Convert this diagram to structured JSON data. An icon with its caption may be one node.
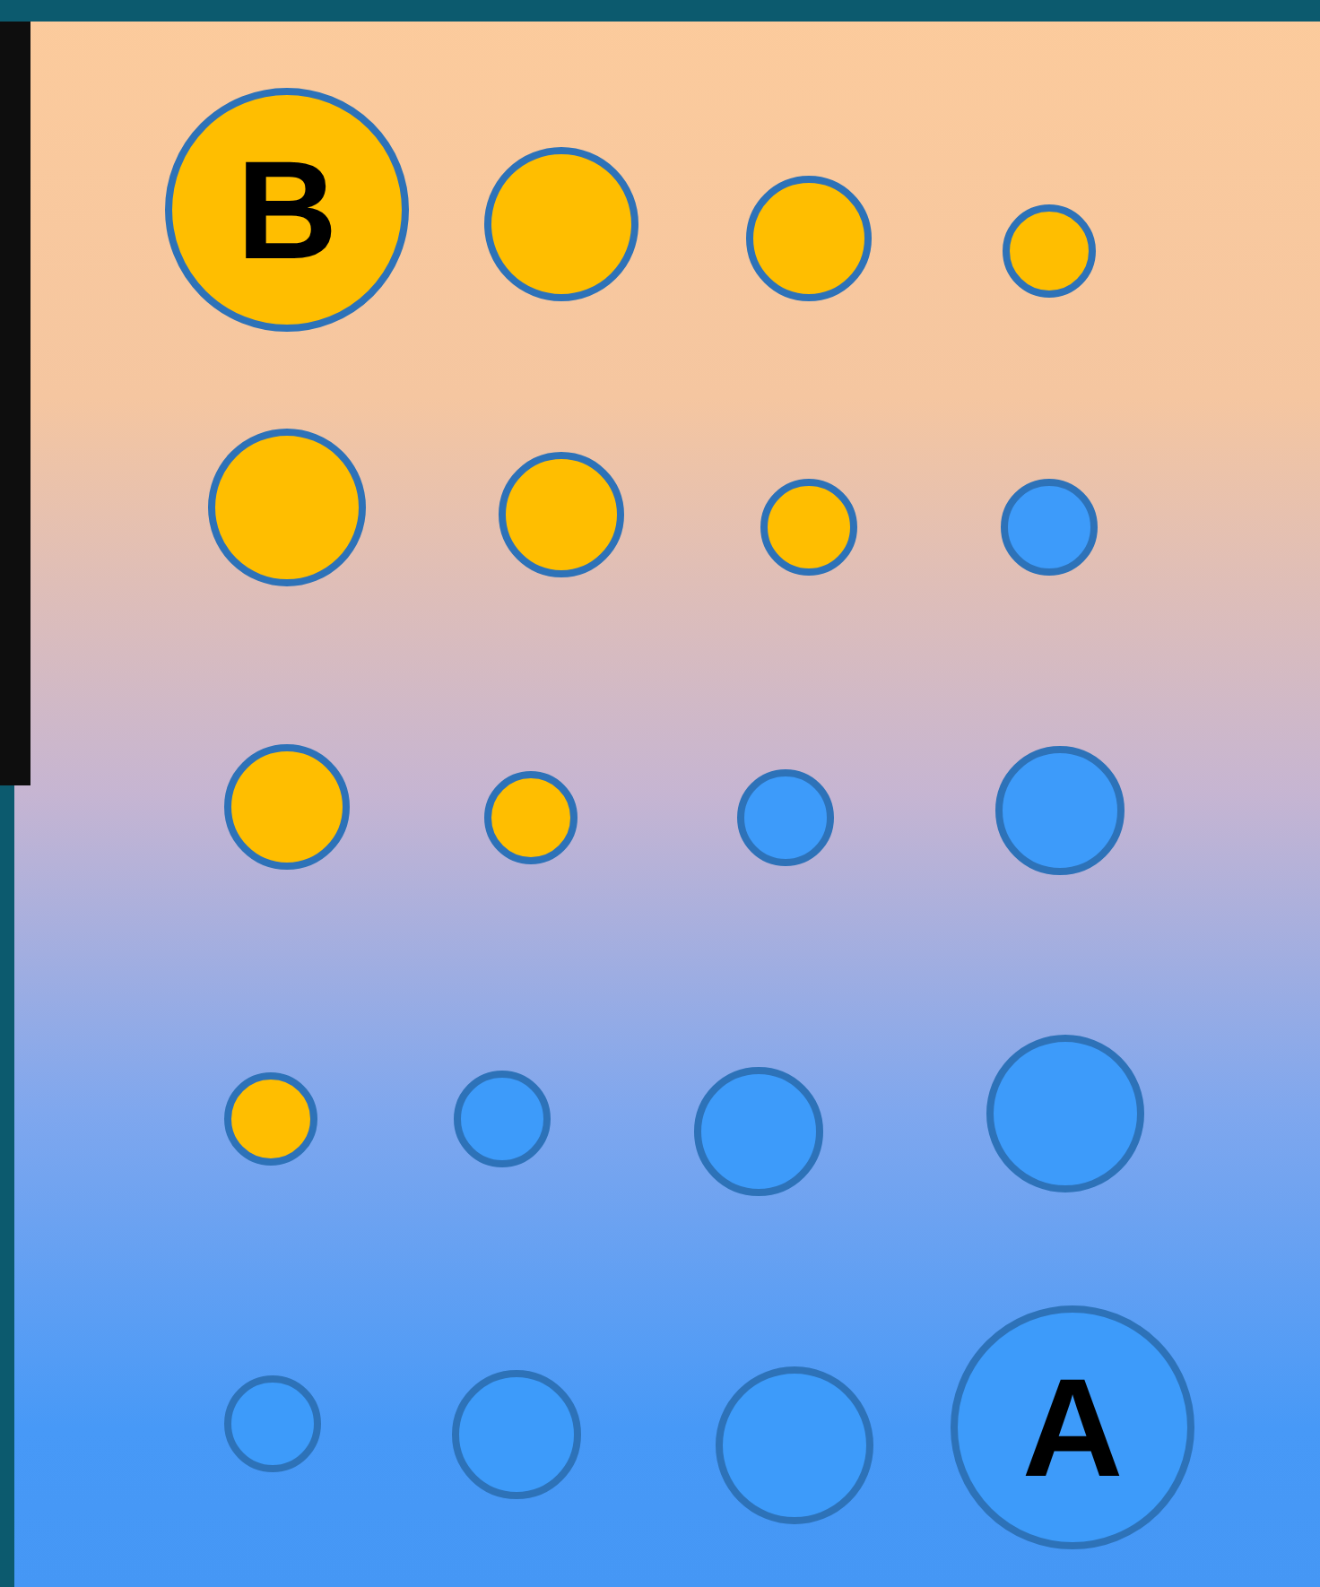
{
  "diagram": {
    "nodes": [
      {
        "text": [
          "B"
        ]
      },
      {
        "text": [],
        "shape": "circle"
      },
      {
        "text": [],
        "shape": "circle"
      },
      {
        "text": [],
        "shape": "circle"
      },
      {
        "text": [],
        "shape": "circle"
      },
      {
        "text": [],
        "shape": "circle"
      },
      {
        "text": [],
        "shape": "circle"
      },
      {
        "text": [],
        "shape": "circle"
      },
      {
        "text": [],
        "shape": "circle"
      },
      {
        "text": [],
        "shape": "circle"
      },
      {
        "text": [],
        "shape": "circle"
      },
      {
        "text": [],
        "shape": "circle"
      },
      {
        "text": [],
        "shape": "circle"
      },
      {
        "text": [],
        "shape": "circle"
      },
      {
        "text": [],
        "shape": "circle"
      },
      {
        "text": [],
        "shape": "circle"
      },
      {
        "text": [],
        "shape": "circle"
      },
      {
        "text": [],
        "shape": "circle"
      },
      {
        "text": [],
        "shape": "circle"
      },
      {
        "text": [
          "A"
        ]
      }
    ]
  }
}
